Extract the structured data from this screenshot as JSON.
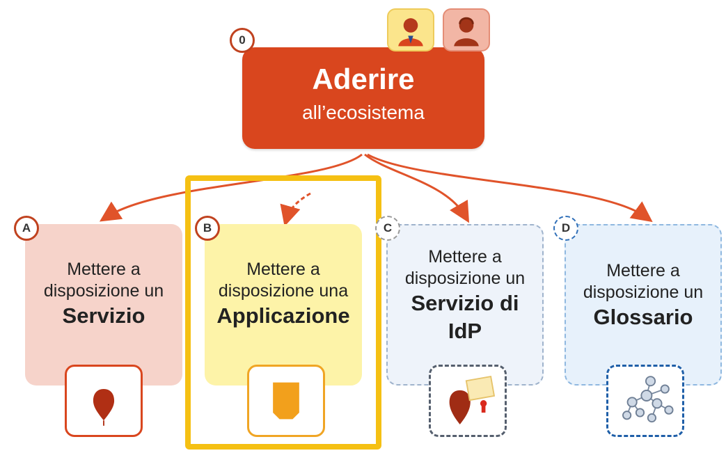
{
  "root": {
    "badge": "0",
    "title": "Aderire",
    "subtitle": "all’ecosistema",
    "avatars": [
      "user-icon",
      "operator-icon"
    ]
  },
  "cards": [
    {
      "badge": "A",
      "line1": "Mettere a",
      "line2": "disposizione un",
      "line3": "Servizio",
      "icon": "location-pin-icon"
    },
    {
      "badge": "B",
      "line1": "Mettere a",
      "line2": "disposizione una",
      "line3": "Applicazione",
      "icon": "tablet-app-icon"
    },
    {
      "badge": "C",
      "line1": "Mettere a",
      "line2": "disposizione un",
      "line3": "Servizio di",
      "line4": "IdP",
      "icon": "pin-with-certificate-icon"
    },
    {
      "badge": "D",
      "line1": "Mettere a",
      "line2": "disposizione un",
      "line3": "Glossario",
      "icon": "network-graph-icon"
    }
  ],
  "colors": {
    "root": "#d9461e",
    "arrow": "#e0532a",
    "cardA": "#f6d3ca",
    "cardB": "#fdf3a8",
    "cardC": "#eef3fa",
    "cardD": "#e7f1fb",
    "highlight": "#f5c013"
  }
}
